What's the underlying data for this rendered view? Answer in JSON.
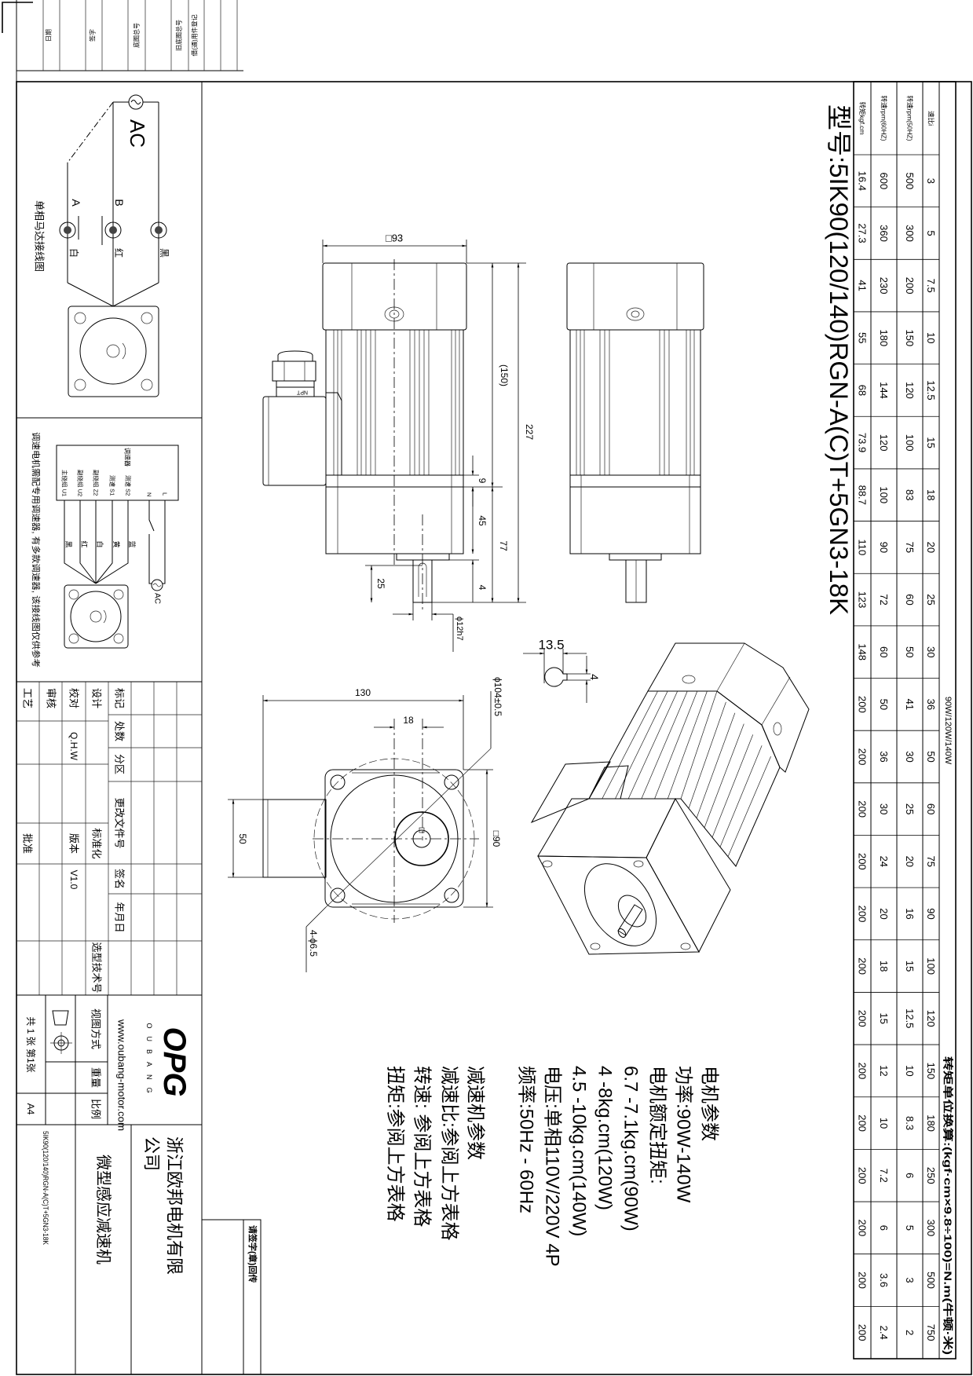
{
  "register_block": {
    "labels": [
      "借(通)用件登记",
      "旧底图总号",
      "底图总号",
      "签字",
      "日期"
    ]
  },
  "model_title": "型号:5IK90(120/140)RGN-A(C)T+5GN3-18K",
  "table": {
    "power_header": "90W/120W/140W",
    "unit_note": "转矩单位换算:(kgf·cm×9.8÷100)=N.m(牛顿·米)",
    "row_labels": {
      "ratio": "速比i",
      "rpm_50hz": "转速rpm(50HZ)",
      "rpm_60hz": "转速rpm(60HZ)",
      "torque_kgf_cm": "转矩kgf.cm"
    },
    "ratio": [
      "3",
      "5",
      "7.5",
      "10",
      "12.5",
      "15",
      "18",
      "20",
      "25",
      "30",
      "36",
      "50",
      "60",
      "75",
      "90",
      "100",
      "120",
      "150",
      "180",
      "250",
      "300",
      "500",
      "750"
    ],
    "rpm_50hz": [
      "500",
      "300",
      "200",
      "150",
      "120",
      "100",
      "83",
      "75",
      "60",
      "50",
      "41",
      "30",
      "25",
      "20",
      "16",
      "15",
      "12.5",
      "10",
      "8.3",
      "6",
      "5",
      "3",
      "2"
    ],
    "rpm_60hz": [
      "600",
      "360",
      "230",
      "180",
      "144",
      "120",
      "100",
      "90",
      "72",
      "60",
      "50",
      "36",
      "30",
      "24",
      "20",
      "18",
      "15",
      "12",
      "10",
      "7.2",
      "6",
      "3.6",
      "2.4"
    ],
    "torque_kgf_cm": [
      "16.4",
      "27.3",
      "41",
      "55",
      "68",
      "73.9",
      "88.7",
      "110",
      "123",
      "148",
      "200",
      "200",
      "200",
      "200",
      "200",
      "200",
      "200",
      "200",
      "200",
      "200",
      "200",
      "200",
      "200"
    ]
  },
  "dimensions": {
    "side": {
      "square": "□93",
      "motor_len": "(150)",
      "total_len": "227",
      "flange": "9",
      "gear_body": "45",
      "gear_total": "77",
      "boss": "4",
      "shaft_len": "25",
      "shaft_dia": "ϕ12h7",
      "gland_label": "NPT"
    },
    "front": {
      "overall": "130",
      "offset": "18",
      "pcd": "ϕ104±0.5",
      "square": "□90",
      "box": "50",
      "holes": "4-ϕ6.5"
    },
    "key": {
      "width": "13.5",
      "depth": "4"
    }
  },
  "motor_params": {
    "heading": "电机参数",
    "lines": [
      "功率:90W-140W",
      "电机额定扭矩:",
      "6.7 -7.1kg.cm(90W)",
      "4 -8kg.cm(120W)",
      "4.5 -10kg.cm(140W)",
      "电压:单相110V/220V 4P",
      "频率:50Hz - 60Hz"
    ]
  },
  "gearbox_params": {
    "heading": "减速机参数",
    "lines": [
      "减速比:参阅上方表格",
      "转速: 参阅上方表格",
      "扭矩:参阅上方表格"
    ]
  },
  "single_phase_wiring": {
    "title": "单相马达接线图",
    "source": "AC",
    "terminals": [
      "A",
      "B"
    ],
    "wire_colors": [
      "白",
      "红",
      "黑"
    ]
  },
  "speed_control_wiring": {
    "controller": "调速器",
    "terminals": [
      "主绕组 U1",
      "副绕组 U2",
      "副绕组 Z2",
      "测速 S1",
      "测速 S2",
      "N",
      "L"
    ],
    "wire_colors": [
      "黑",
      "红",
      "白",
      "黄",
      "蓝"
    ],
    "source": "AC",
    "note": "调速电机需配专用调速器, 有多款调速器, 该接线图仅供参考"
  },
  "title_block": {
    "mark": "标记",
    "count": "处数",
    "zone": "分区",
    "change_doc": "更改文件号",
    "signature": "签名",
    "date": "年月日",
    "design": "设计",
    "standardize": "标准化",
    "selection_no": "选型技术号",
    "check": "校对",
    "checker": "Q.H.W",
    "version_label": "版本",
    "version": "V1.0",
    "review": "审核",
    "process": "工艺",
    "approve": "批准",
    "view_method": "视图方式",
    "weight": "重量",
    "scale": "比例",
    "sheets": "共 1 张 第1张",
    "paper": "A4",
    "logo": "OPG",
    "logo_sub": "OUBANG",
    "website": "www.oubang-motor.com",
    "company_line1": "浙江欧邦电机有限",
    "company_line2": "公司",
    "product": "微型感应减速机",
    "model": "5IK90(120/140)RGN-A(C)T+5GN3-18K",
    "sign_return": "请签字(章)回传"
  }
}
